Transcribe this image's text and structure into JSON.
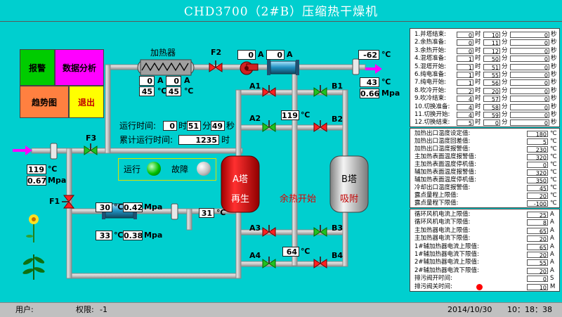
{
  "title": "CHD3700（2#B）压缩热干燥机",
  "buttons": {
    "alarm": "报警",
    "data_analysis": "数据分析",
    "trend": "趋势图",
    "exit": "退出"
  },
  "colors": {
    "background": "#00cfcf",
    "alarm_btn": "#00cc00",
    "data_btn": "#ff00ff",
    "trend_btn": "#ff8040",
    "exit_btn": "#ffff00",
    "pipe": "#d8d8d8",
    "valve_red": "#ff2020",
    "valve_green": "#20c020",
    "tower_a": "#e00000",
    "tower_b": "#c8c8c8"
  },
  "heater": {
    "label": "加热器",
    "current1": "0",
    "current1_unit": "A",
    "current2": "0",
    "current2_unit": "A",
    "temp1": "45",
    "temp1_unit": "℃",
    "temp2": "45",
    "temp2_unit": "℃"
  },
  "fan": {
    "f2_label": "F2",
    "current1": "0",
    "current1_unit": "A",
    "current2": "0",
    "current2_unit": "A",
    "f3_label": "F3",
    "f1_label": "F1"
  },
  "outlet": {
    "temp": "-62",
    "temp_unit": "℃",
    "temp2": "43",
    "temp2_unit": "℃",
    "pressure": "0.66",
    "pressure_unit": "Mpa"
  },
  "inlet": {
    "temp": "119",
    "temp_unit": "℃",
    "pressure": "0.67",
    "pressure_unit": "Mpa"
  },
  "runtime": {
    "label": "运行时间:",
    "hours": "0",
    "hours_unit": "时",
    "minutes": "51",
    "minutes_unit": "分",
    "seconds": "49",
    "seconds_unit": "秒",
    "total_label": "累计运行时间:",
    "total": "1235",
    "total_unit": "时"
  },
  "indicators": {
    "run_label": "运行",
    "fault_label": "故障"
  },
  "valves": {
    "a1": "A1",
    "b1": "B1",
    "a2": "A2",
    "b2": "B2",
    "a3": "A3",
    "b3": "B3",
    "a4": "A4",
    "b4": "B4"
  },
  "mid_temp": {
    "upper": "119",
    "upper_unit": "℃",
    "lower": "64",
    "lower_unit": "℃",
    "pipe": "31",
    "pipe_unit": "℃"
  },
  "cooler": {
    "temp1": "30",
    "temp1_unit": "℃",
    "pressure1": "0.42",
    "pressure1_unit": "Mpa",
    "temp2": "33",
    "temp2_unit": "℃",
    "pressure2": "0.38",
    "pressure2_unit": "Mpa"
  },
  "towers": {
    "a_name": "A塔",
    "a_state": "再生",
    "b_name": "B塔",
    "b_state": "吸附",
    "process_state": "余热开始"
  },
  "step_panel": [
    {
      "label": "1.并塔结束:",
      "h": "0",
      "m": "10",
      "s": "0"
    },
    {
      "label": "2.余热准备:",
      "h": "0",
      "m": "11",
      "s": "0"
    },
    {
      "label": "3.余热开始:",
      "h": "0",
      "m": "12",
      "s": "0"
    },
    {
      "label": "4.混塔准备:",
      "h": "1",
      "m": "50",
      "s": "0"
    },
    {
      "label": "5.混塔开始:",
      "h": "1",
      "m": "51",
      "s": "0"
    },
    {
      "label": "6.纯电准备:",
      "h": "1",
      "m": "55",
      "s": "0"
    },
    {
      "label": "7.纯电开始:",
      "h": "1",
      "m": "56",
      "s": "0"
    },
    {
      "label": "8.吹冷开始:",
      "h": "2",
      "m": "20",
      "s": "0"
    },
    {
      "label": "9.吹冷结束:",
      "h": "4",
      "m": "57",
      "s": "0"
    },
    {
      "label": "10.切换准备:",
      "h": "4",
      "m": "58",
      "s": "0"
    },
    {
      "label": "11.切换开始:",
      "h": "4",
      "m": "59",
      "s": "0"
    },
    {
      "label": "12.切换结束:",
      "h": "5",
      "m": "0",
      "s": "0"
    }
  ],
  "step_units": {
    "h": "时",
    "m": "分",
    "s": "秒"
  },
  "temp_panel": [
    {
      "label": "加热出口温度设定值:",
      "value": "180",
      "unit": "℃"
    },
    {
      "label": "加热出口温度回差值:",
      "value": "5",
      "unit": "℃"
    },
    {
      "label": "加热出口温度报警值:",
      "value": "230",
      "unit": "℃"
    },
    {
      "label": "主加热表面温度报警值:",
      "value": "320",
      "unit": "℃"
    },
    {
      "label": "主加热表面温度停机值:",
      "value": "0",
      "unit": "℃"
    },
    {
      "label": "辅加热表面温度报警值:",
      "value": "320",
      "unit": "℃"
    },
    {
      "label": "辅加热表面温度停机值:",
      "value": "350",
      "unit": "℃"
    },
    {
      "label": "冷却出口温度报警值:",
      "value": "45",
      "unit": "℃"
    },
    {
      "label": "露点量程上限值:",
      "value": "20",
      "unit": "℃"
    },
    {
      "label": "露点量程下限值:",
      "value": "-100",
      "unit": "℃"
    }
  ],
  "current_panel": [
    {
      "label": "循环风机电流上限值:",
      "value": "25",
      "unit": "A"
    },
    {
      "label": "循环风机电流下限值:",
      "value": "8",
      "unit": "A"
    },
    {
      "label": "主加热器电流上限值:",
      "value": "65",
      "unit": "A"
    },
    {
      "label": "主加热器电流下限值:",
      "value": "20",
      "unit": "A"
    },
    {
      "label": "1#辅加热器电流上限值:",
      "value": "65",
      "unit": "A"
    },
    {
      "label": "1#辅加热器电流下限值:",
      "value": "20",
      "unit": "A"
    },
    {
      "label": "2#辅加热器电流上限值:",
      "value": "55",
      "unit": "A"
    },
    {
      "label": "2#辅加热器电流下限值:",
      "value": "20",
      "unit": "A"
    },
    {
      "label": "排污阀开时间:",
      "value": "0",
      "unit": "S"
    },
    {
      "label": "排污阀关时间:",
      "value": "10",
      "unit": "M"
    }
  ],
  "status_bar": {
    "user_label": "用户:",
    "user": "",
    "role_label": "权限:",
    "role": "-1",
    "date": "2014/10/30",
    "time": "10：18：38"
  }
}
